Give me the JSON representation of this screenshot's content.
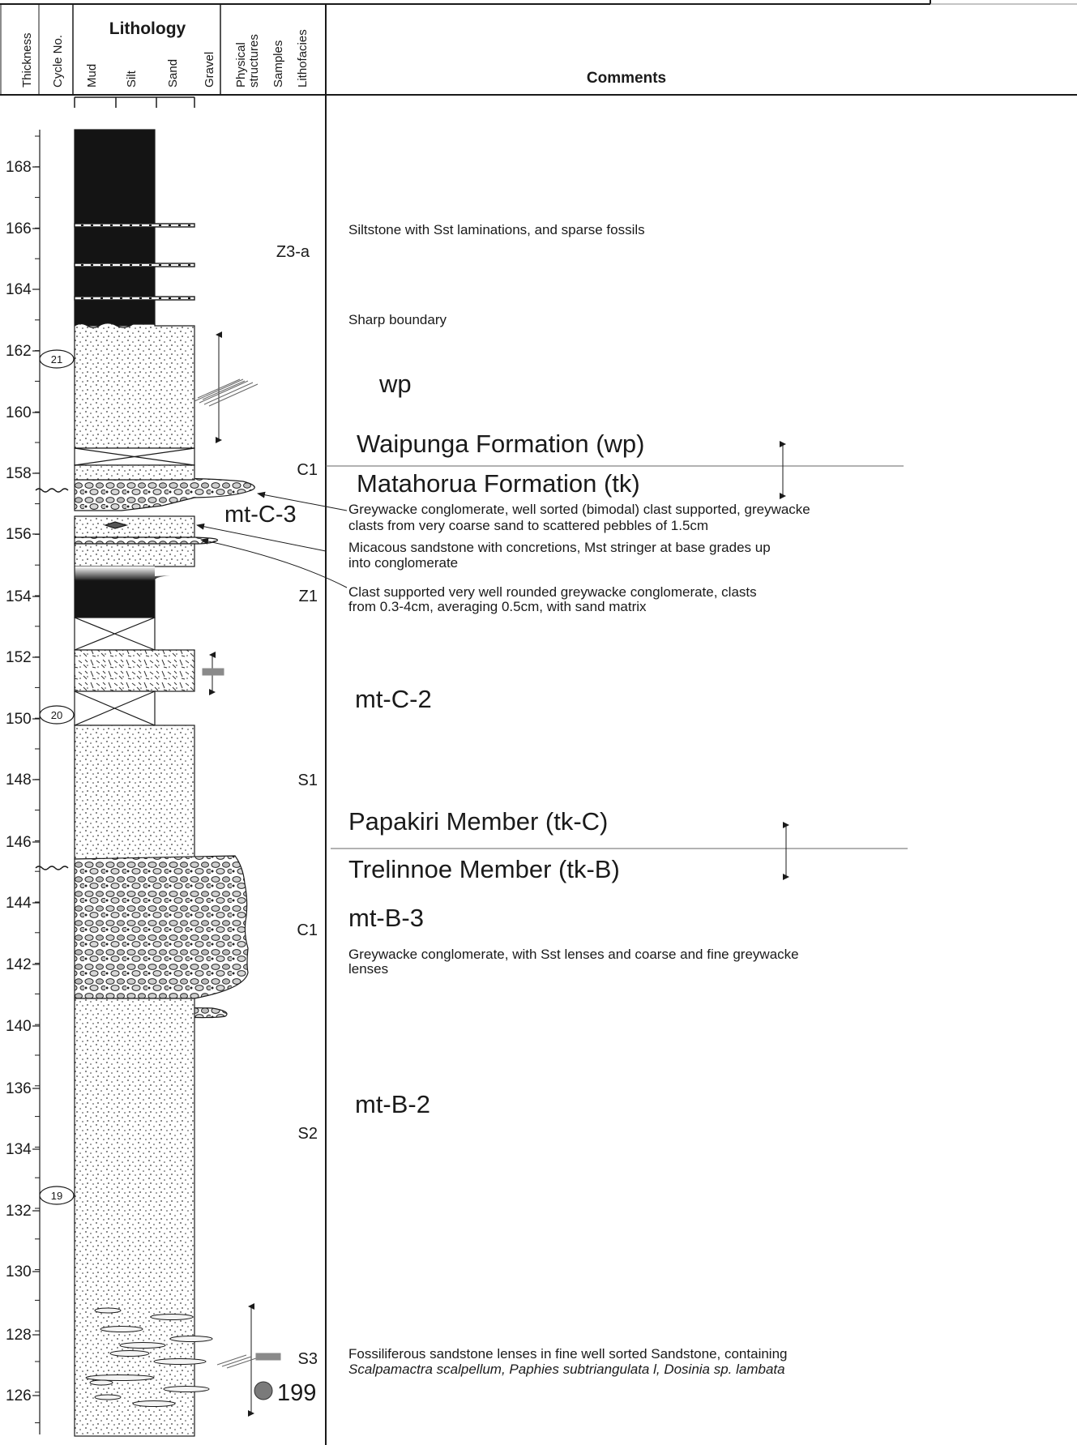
{
  "header": {
    "thickness": "Thickness",
    "cycle_no": "Cycle No.",
    "lithology": "Lithology",
    "grain_sizes": [
      "Mud",
      "Silt",
      "Sand",
      "Gravel"
    ],
    "physical": "Physical",
    "structures": "structures",
    "samples": "Samples",
    "lithofacies": "Lithofacies",
    "comments": "Comments"
  },
  "depth_ticks": [
    "168",
    "166",
    "164",
    "162",
    "160",
    "158",
    "156",
    "154",
    "152",
    "150",
    "148",
    "146",
    "144",
    "142",
    "140",
    "136",
    "134",
    "132",
    "130",
    "128",
    "126"
  ],
  "cycles": [
    "21",
    "20",
    "19"
  ],
  "lithofacies": [
    "Z3-a",
    "C1",
    "Z1",
    "S1",
    "C1",
    "S2",
    "S3"
  ],
  "facies_units": [
    "mt-C-3",
    "mt-C-2",
    "mt-B-3",
    "mt-B-2",
    "wp"
  ],
  "sample_number": "199",
  "formations": {
    "upper_formation": "Waipunga Formation (wp)",
    "lower_formation": "Matahorua Formation (tk)",
    "upper_member": "Papakiri Member (tk-C)",
    "lower_member": "Trelinnoe Member (tk-B)"
  },
  "comments": {
    "siltstone": "Siltstone with Sst laminations, and sparse fossils",
    "sharp": "Sharp boundary",
    "conglomerate_1": [
      "Greywacke conglomerate, well sorted (bimodal) clast supported, greywacke",
      "clasts from very coarse sand to scattered pebbles of 1.5cm"
    ],
    "micaceous": [
      "Micacous sandstone with concretions, Mst stringer at base grades up",
      "into conglomerate"
    ],
    "clast_supported": [
      "Clast supported very well rounded greywacke conglomerate, clasts",
      "from 0.3-4cm, averaging 0.5cm, with sand matrix"
    ],
    "greywacke_lenses": [
      "Greywacke conglomerate, with Sst lenses and coarse and fine greywacke",
      "lenses"
    ],
    "fossiliferous_1": "Fossiliferous sandstone lenses in fine well  sorted Sandstone, containing",
    "fossiliferous_2": "Scalpamactra scalpellum, Paphies subtriangulata l, Dosinia sp. lambata"
  },
  "colors": {
    "line": "#1a1a1a",
    "mud_fill": "#141414",
    "frame_gray": "#888888",
    "structure_gray": "#8a8a8a"
  }
}
